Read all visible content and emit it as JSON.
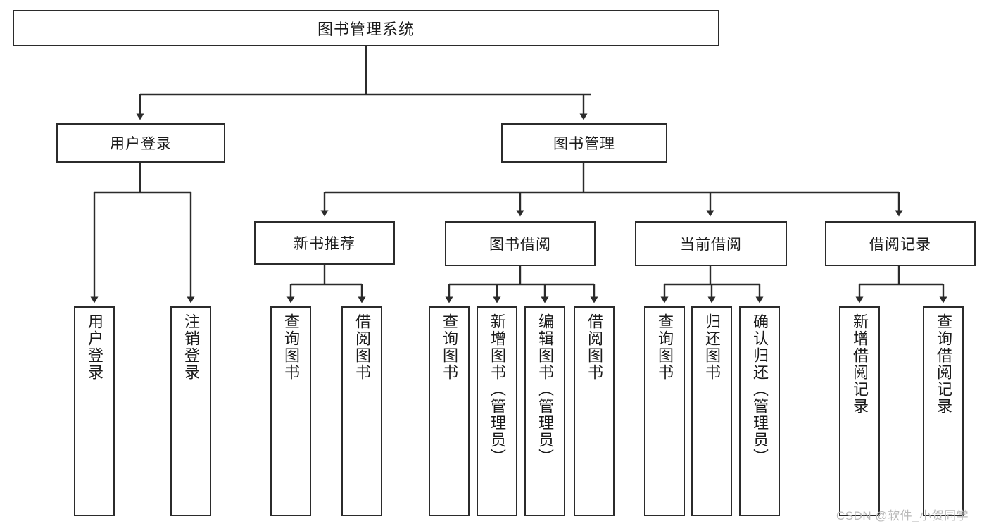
{
  "diagram": {
    "type": "hierarchy-tree",
    "title": "图书管理系统",
    "watermark": "CSDN @软件_小贺同学",
    "colors": {
      "border": "#2b2b2b",
      "background": "#ffffff",
      "text": "#1a1a1a",
      "watermark": "#b9b9b9"
    },
    "nodes": {
      "root": "图书管理系统",
      "level1": [
        {
          "id": "user-login",
          "label": "用户登录"
        },
        {
          "id": "book-manage",
          "label": "图书管理"
        }
      ],
      "level2": [
        {
          "id": "new-book-rec",
          "label": "新书推荐"
        },
        {
          "id": "book-borrow",
          "label": "图书借阅"
        },
        {
          "id": "current-borrow",
          "label": "当前借阅"
        },
        {
          "id": "borrow-record",
          "label": "借阅记录"
        }
      ],
      "leaves": {
        "user_login": [
          {
            "id": "leaf-user-login",
            "label": "用户登录"
          },
          {
            "id": "leaf-logout",
            "label": "注销登录"
          }
        ],
        "new_book_rec": [
          {
            "id": "leaf-query-book-1",
            "label": "查询图书"
          },
          {
            "id": "leaf-borrow-book-1",
            "label": "借阅图书"
          }
        ],
        "book_borrow": [
          {
            "id": "leaf-query-book-2",
            "label": "查询图书"
          },
          {
            "id": "leaf-add-book",
            "label": "新增图书（管理员）"
          },
          {
            "id": "leaf-edit-book",
            "label": "编辑图书（管理员）"
          },
          {
            "id": "leaf-borrow-book-2",
            "label": "借阅图书"
          }
        ],
        "current_borrow": [
          {
            "id": "leaf-query-book-3",
            "label": "查询图书"
          },
          {
            "id": "leaf-return-book",
            "label": "归还图书"
          },
          {
            "id": "leaf-confirm-return",
            "label": "确认归还（管理员）"
          }
        ],
        "borrow_record": [
          {
            "id": "leaf-add-record",
            "label": "新增借阅记录"
          },
          {
            "id": "leaf-query-record",
            "label": "查询借阅记录"
          }
        ]
      }
    }
  }
}
